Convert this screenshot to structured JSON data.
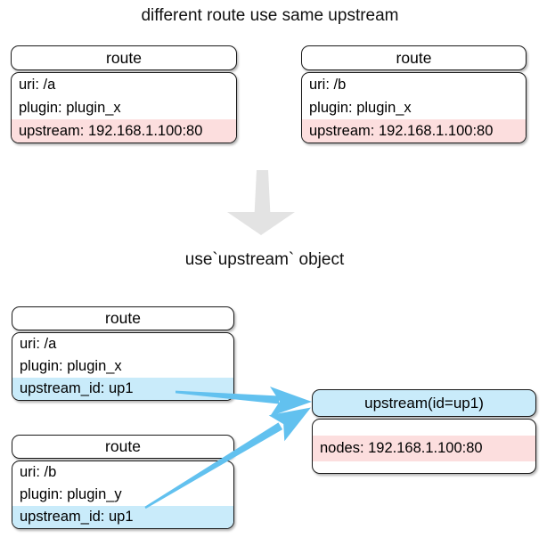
{
  "title": "different route use same upstream",
  "transform_caption": "use`upstream` object",
  "colors": {
    "highlight_pink": "#fcdede",
    "highlight_blue": "#c9ebfa",
    "link_arrow_blue": "#62c1ef",
    "transform_arrow_gray": "#e3e3e3",
    "box_border": "#1a1a1a"
  },
  "before": {
    "route_a": {
      "header": "route",
      "rows": [
        "uri: /a",
        "plugin: plugin_x",
        "upstream: 192.168.1.100:80"
      ]
    },
    "route_b": {
      "header": "route",
      "rows": [
        "uri: /b",
        "plugin: plugin_x",
        "upstream: 192.168.1.100:80"
      ]
    }
  },
  "after": {
    "route_a": {
      "header": "route",
      "rows": [
        "uri: /a",
        "plugin: plugin_x",
        "upstream_id: up1"
      ]
    },
    "route_b": {
      "header": "route",
      "rows": [
        "uri: /b",
        "plugin: plugin_y",
        "upstream_id: up1"
      ]
    },
    "upstream": {
      "header": "upstream(id=up1)",
      "rows": [
        "nodes: 192.168.1.100:80"
      ]
    }
  }
}
